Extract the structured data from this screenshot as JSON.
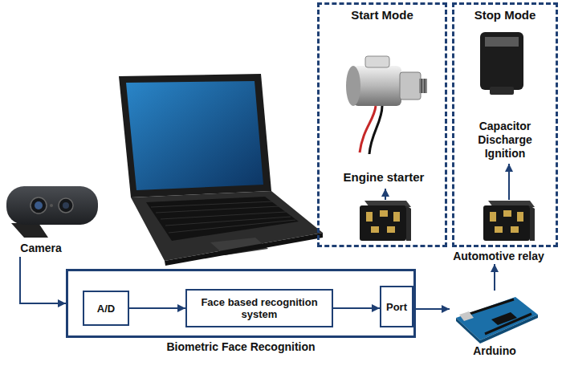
{
  "diagram": {
    "nodes": [
      {
        "text": [
          "Start Mode"
        ]
      },
      {
        "text": [
          "Engine starter"
        ],
        "in": 0
      },
      {
        "text": [
          "Stop Mode"
        ]
      },
      {
        "text": [
          "Capacitor Discharge Ignition"
        ],
        "in": 2
      },
      {
        "text": [
          "Camera"
        ]
      },
      {
        "text": [
          "Automotive relay"
        ]
      },
      {
        "text": [
          "Biometric Face Recognition"
        ]
      },
      {
        "text": [
          "A/D"
        ],
        "in": 6
      },
      {
        "text": [
          "Face based recognition system"
        ],
        "in": 6
      },
      {
        "text": [
          "Port"
        ],
        "in": 6
      },
      {
        "text": [
          "Arduino"
        ]
      }
    ],
    "edges": [
      {
        "from": 4,
        "to": 6,
        "arrow": "to"
      },
      {
        "from": 7,
        "to": 8,
        "arrow": "to"
      },
      {
        "from": 8,
        "to": 9,
        "arrow": "to"
      },
      {
        "from": 9,
        "to": 10,
        "arrow": "to"
      },
      {
        "from": 10,
        "to": 5,
        "arrow": "to"
      }
    ]
  }
}
